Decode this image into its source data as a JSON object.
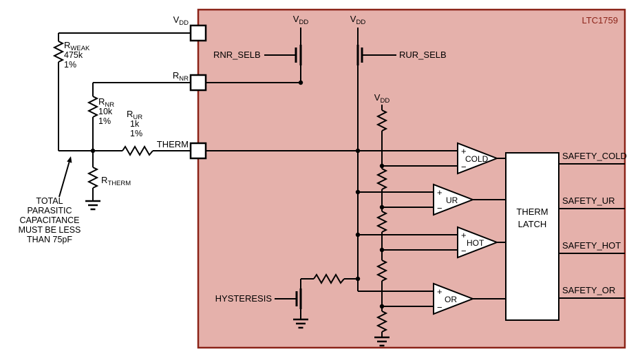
{
  "chip": {
    "name": "LTC1759"
  },
  "colors": {
    "chip_fill": "#e5b1ab",
    "chip_border": "#8b2318"
  },
  "pins": {
    "vdd": {
      "base": "V",
      "sub": "DD"
    },
    "rnr": {
      "base": "R",
      "sub": "NR"
    },
    "therm": {
      "label": "THERM"
    }
  },
  "external": {
    "rweak": {
      "base": "R",
      "sub": "WEAK",
      "value": "475k",
      "tolerance": "1%"
    },
    "rnr": {
      "base": "R",
      "sub": "NR",
      "value": "10k",
      "tolerance": "1%"
    },
    "rur": {
      "base": "R",
      "sub": "UR",
      "value": "1k",
      "tolerance": "1%"
    },
    "rtherm": {
      "base": "R",
      "sub": "THERM"
    },
    "note_lines": [
      "TOTAL",
      "PARASITIC",
      "CAPACITANCE",
      "MUST BE LESS",
      "THAN 75pF"
    ]
  },
  "internal": {
    "vdd": {
      "base": "V",
      "sub": "DD"
    },
    "rnr_selb": "RNR_SELB",
    "rur_selb": "RUR_SELB",
    "hysteresis": "HYSTERESIS",
    "comparators": [
      {
        "name": "COLD",
        "plus": "+",
        "minus": "−"
      },
      {
        "name": "UR",
        "plus": "+",
        "minus": "−"
      },
      {
        "name": "HOT",
        "plus": "+",
        "minus": "−"
      },
      {
        "name": "OR",
        "plus": "+",
        "minus": "−"
      }
    ],
    "latch_lines": [
      "THERM",
      "LATCH"
    ]
  },
  "outputs": [
    "SAFETY_COLD",
    "SAFETY_UR",
    "SAFETY_HOT",
    "SAFETY_OR"
  ]
}
